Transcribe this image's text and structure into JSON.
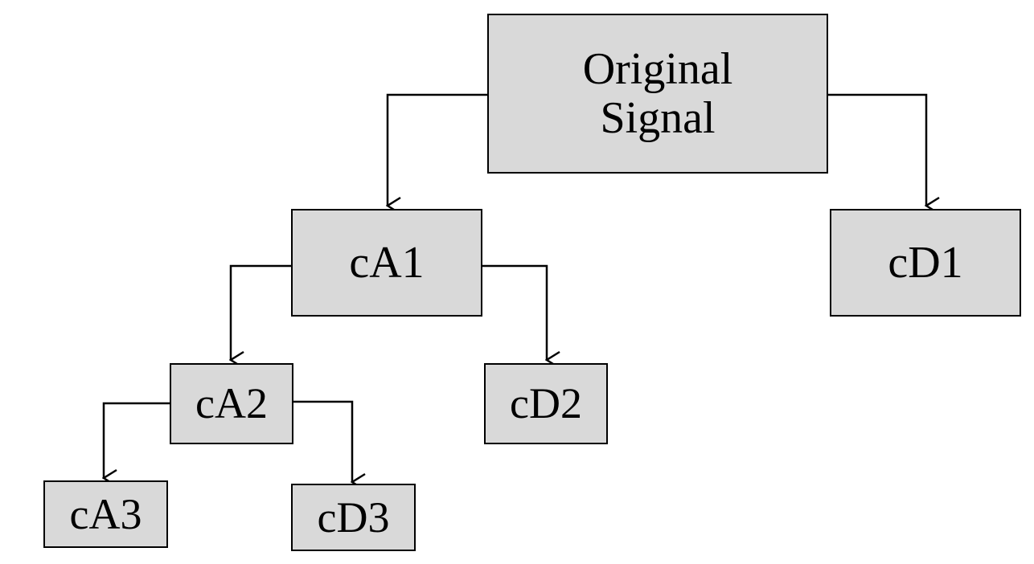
{
  "diagram": {
    "type": "wavelet-decomposition-tree",
    "colors": {
      "node_fill": "#d9d9d9",
      "node_border": "#000000",
      "edge": "#000000",
      "background": "#ffffff"
    },
    "nodes": {
      "original": {
        "label": "Original\nSignal"
      },
      "cA1": {
        "label": "cA1"
      },
      "cD1": {
        "label": "cD1"
      },
      "cA2": {
        "label": "cA2"
      },
      "cD2": {
        "label": "cD2"
      },
      "cA3": {
        "label": "cA3"
      },
      "cD3": {
        "label": "cD3"
      }
    },
    "edges": [
      {
        "from": "original",
        "to": "cA1"
      },
      {
        "from": "original",
        "to": "cD1"
      },
      {
        "from": "cA1",
        "to": "cA2"
      },
      {
        "from": "cA1",
        "to": "cD2"
      },
      {
        "from": "cA2",
        "to": "cA3"
      },
      {
        "from": "cA2",
        "to": "cD3"
      }
    ]
  }
}
